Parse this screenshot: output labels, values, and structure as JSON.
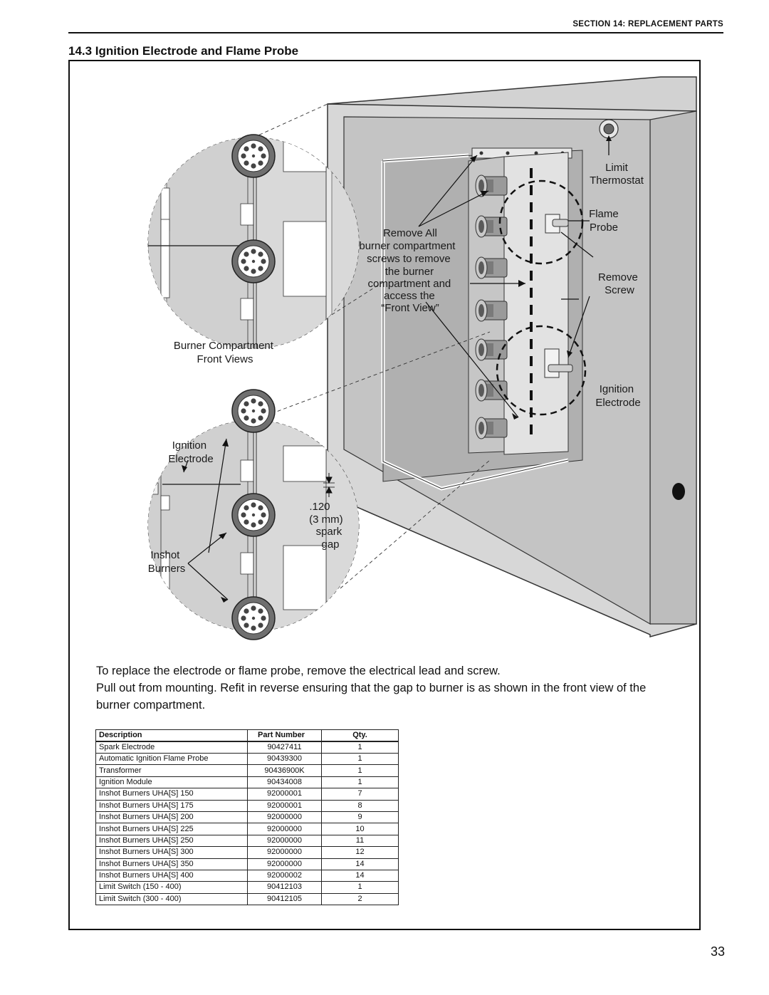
{
  "header": {
    "section": "SECTION 14: REPLACEMENT PARTS",
    "title": "14.3 Ignition Electrode and Flame Probe"
  },
  "diagram": {
    "labels": {
      "limit_thermostat": [
        "Limit",
        "Thermostat"
      ],
      "flame_probe": [
        "Flame",
        "Probe"
      ],
      "remove_all": [
        "Remove All",
        "burner compartment",
        "screws to remove",
        "the burner",
        "compartment and",
        "access the",
        "“Front View”"
      ],
      "remove_screw": [
        "Remove",
        "Screw"
      ],
      "ignition_electrode_right": [
        "Ignition",
        "Electrode"
      ],
      "burner_compartment": [
        "Burner Compartment",
        "Front Views"
      ],
      "ignition_electrode_left": [
        "Ignition",
        "Electrode"
      ],
      "spark_gap": [
        ".120",
        "(3 mm)",
        "spark",
        "gap"
      ],
      "inshot_burners": [
        "Inshot",
        "Burners"
      ]
    }
  },
  "instructions": [
    "To replace the electrode or flame probe, remove the electrical lead and screw.",
    "Pull out from mounting. Refit in reverse ensuring that the gap to burner is as shown in the front view of the burner compartment."
  ],
  "parts_table": {
    "headers": [
      "Description",
      "Part Number",
      "Qty."
    ],
    "rows": [
      [
        "Spark Electrode",
        "90427411",
        "1"
      ],
      [
        "Automatic Ignition Flame Probe",
        "90439300",
        "1"
      ],
      [
        "Transformer",
        "90436900K",
        "1"
      ],
      [
        "Ignition Module",
        "90434008",
        "1"
      ],
      [
        "Inshot Burners UHA[S] 150",
        "92000001",
        "7"
      ],
      [
        "Inshot Burners UHA[S] 175",
        "92000001",
        "8"
      ],
      [
        "Inshot Burners UHA[S] 200",
        "92000000",
        "9"
      ],
      [
        "Inshot Burners UHA[S] 225",
        "92000000",
        "10"
      ],
      [
        "Inshot Burners UHA[S] 250",
        "92000000",
        "11"
      ],
      [
        "Inshot Burners UHA[S] 300",
        "92000000",
        "12"
      ],
      [
        "Inshot Burners UHA[S] 350",
        "92000000",
        "14"
      ],
      [
        "Inshot Burners UHA[S] 400",
        "92000002",
        "14"
      ],
      [
        "Limit Switch (150 - 400)",
        "90412103",
        "1"
      ],
      [
        "Limit Switch (300 - 400)",
        "90412105",
        "2"
      ]
    ]
  },
  "page_number": "33"
}
